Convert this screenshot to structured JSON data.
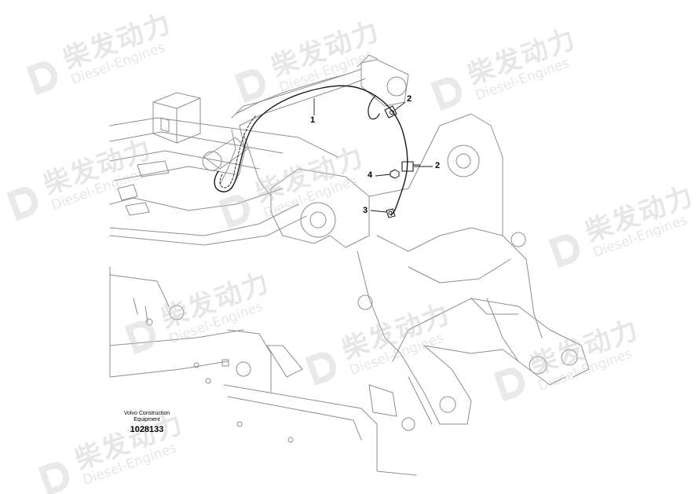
{
  "watermark": {
    "brand_zh": "柴发动力",
    "brand_en": "Diesel-Engines"
  },
  "callouts": {
    "c1": "1",
    "c2a": "2",
    "c2b": "2",
    "c3": "3",
    "c4": "4"
  },
  "caption": {
    "maker_line1": "Volvo Construction",
    "maker_line2": "Equipment",
    "part_number": "1028133"
  },
  "colors": {
    "line_art": "#8a8a8a",
    "harness": "#1a1a1a",
    "watermark": "#c8c8c8"
  }
}
